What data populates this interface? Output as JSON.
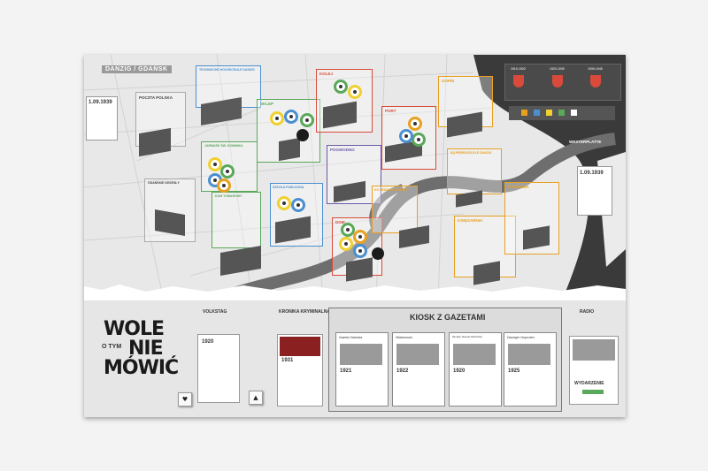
{
  "board": {
    "district_label": "DANZIG / GDAŃSK",
    "game_title": {
      "line1": "WOLE",
      "line2a": "O TYM",
      "line2b": "NIE",
      "line3": "MÓWIĆ"
    }
  },
  "locations": [
    {
      "id": "poczta",
      "label": "POCZTA POLSKA",
      "color": "#b0b0b0"
    },
    {
      "id": "techniczne",
      "label": "TECHNISCHE HOCHSCHULE DANZIG",
      "color": "#4a8fcf"
    },
    {
      "id": "sklep",
      "label": "SKLEP",
      "color": "#5aa85a"
    },
    {
      "id": "koleje",
      "label": "KOLEJ",
      "color": "#d94a3a"
    },
    {
      "id": "port",
      "label": "PORT",
      "color": "#d94a3a"
    },
    {
      "id": "dzielnica",
      "label": "JARMARK ŚW. DOMINIKA",
      "color": "#5aa85a"
    },
    {
      "id": "pogwodno",
      "label": "POGWODNO",
      "color": "#6c5aa8"
    },
    {
      "id": "szkola",
      "label": "SZKOŁA PUBLICZNA",
      "color": "#4a8fcf"
    },
    {
      "id": "dom_towarowy",
      "label": "DOM TOWAROWY",
      "color": "#5aa85a"
    },
    {
      "id": "gdanskie",
      "label": "GDAŃSKIE KRZESŁY",
      "color": "#b0b0b0"
    },
    {
      "id": "dom",
      "label": "DOM",
      "color": "#d94a3a"
    },
    {
      "id": "sq",
      "label": "SQ PRZEDSZKOLE DANZIG",
      "color": "#e8a020"
    },
    {
      "id": "gopei",
      "label": "GOPEI",
      "color": "#e8a020"
    },
    {
      "id": "ks",
      "label": "KS GEDANIA GDAŃSK",
      "color": "#e8a020"
    },
    {
      "id": "ksiegarnia",
      "label": "KSIĘGARNIA",
      "color": "#e8a020"
    },
    {
      "id": "pywalnia",
      "label": "PYWALNIA",
      "color": "#e8a020"
    },
    {
      "id": "westerplatte",
      "label": "WESTERPLATTE",
      "color": "#ffffff"
    }
  ],
  "info_cards": {
    "left_year": "1.09.1939",
    "right_year": "1.09.1939",
    "timeline": [
      "1919-1920",
      "1920-1939",
      "1939-1945"
    ]
  },
  "lower_panel": {
    "volkstag": "VOLKSTAG",
    "volkstag_year": "1920",
    "kronika": "KRONIKA KRYMINALNA",
    "kronika_year": "1931",
    "kiosk_title": "KIOSK Z GAZETAMI",
    "newspapers": [
      {
        "name": "Gazeta Gdańska",
        "year": "1921"
      },
      {
        "name": "Wiadomości",
        "year": "1922"
      },
      {
        "name": "Danziger Neueste Nachrichten",
        "year": "1920"
      },
      {
        "name": "Danziger Vorposten",
        "year": "1925"
      }
    ],
    "radio": "RADIO",
    "wydarzenie": "WYDARZENIE"
  },
  "dice": [
    "♥",
    "▲"
  ]
}
